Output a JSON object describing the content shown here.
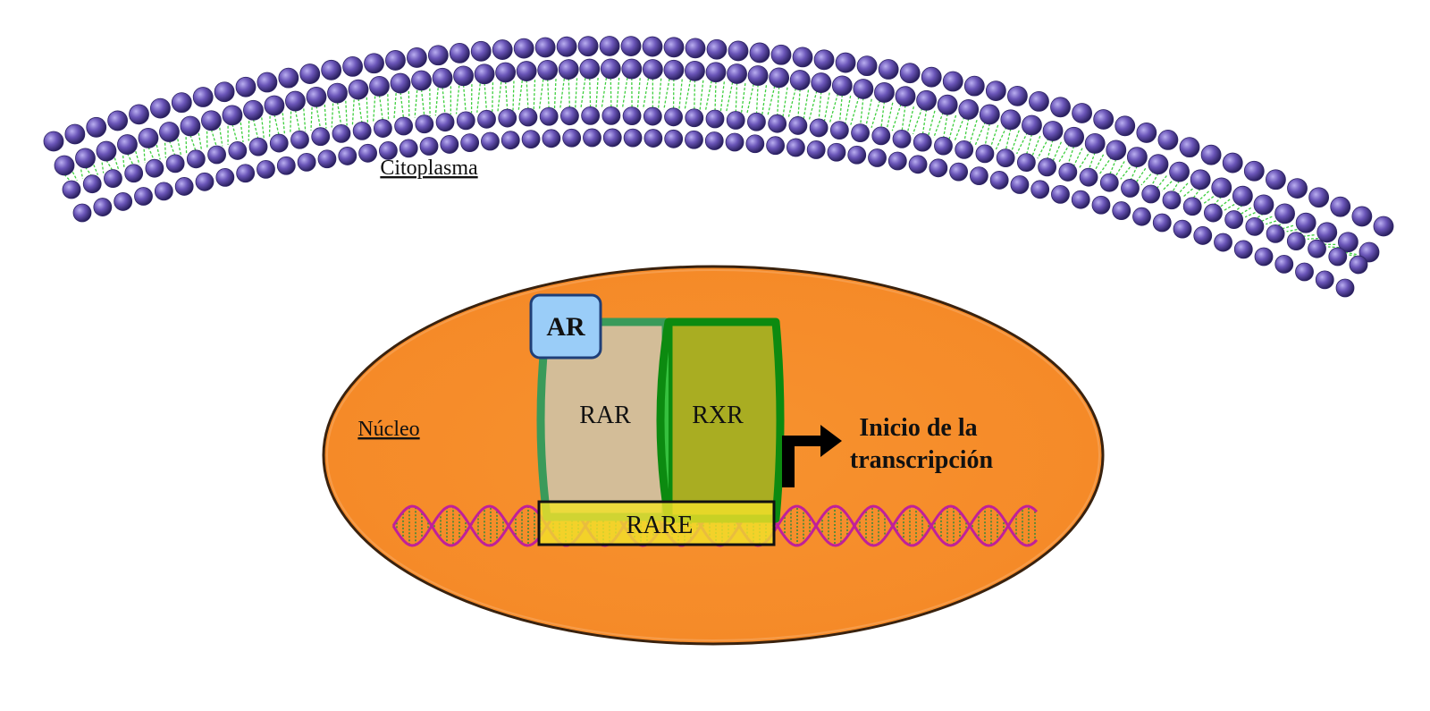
{
  "labels": {
    "cytoplasm": "Citoplasma",
    "nucleus": "Núcleo",
    "ar": "AR",
    "rar": "RAR",
    "rxr": "RXR",
    "rare": "RARE",
    "transcription_line1": "Inicio de la",
    "transcription_line2": "transcripción"
  },
  "colors": {
    "membrane_head": "#6a55b8",
    "membrane_head_dark": "#2e2466",
    "lipid_tail": "#3fcf3f",
    "nucleus_fill": "#f58b2c",
    "nucleus_stroke": "#4a2a10",
    "rar_fill": "#d3bd98",
    "rar_stroke": "#3a9a5a",
    "rxr_fill": "#a9ad22",
    "rxr_stroke": "#0c8a10",
    "ar_fill": "#9acdf8",
    "ar_stroke": "#1f3f78",
    "rare_fill": "#f2e02a",
    "dna_strand": "#c0209a",
    "dna_rung": "#3a8a3a",
    "arrow": "#000000"
  },
  "icons": {
    "membrane": "lipid-bilayer-icon",
    "dna": "dna-double-helix-icon",
    "arrow": "bent-arrow-icon"
  }
}
